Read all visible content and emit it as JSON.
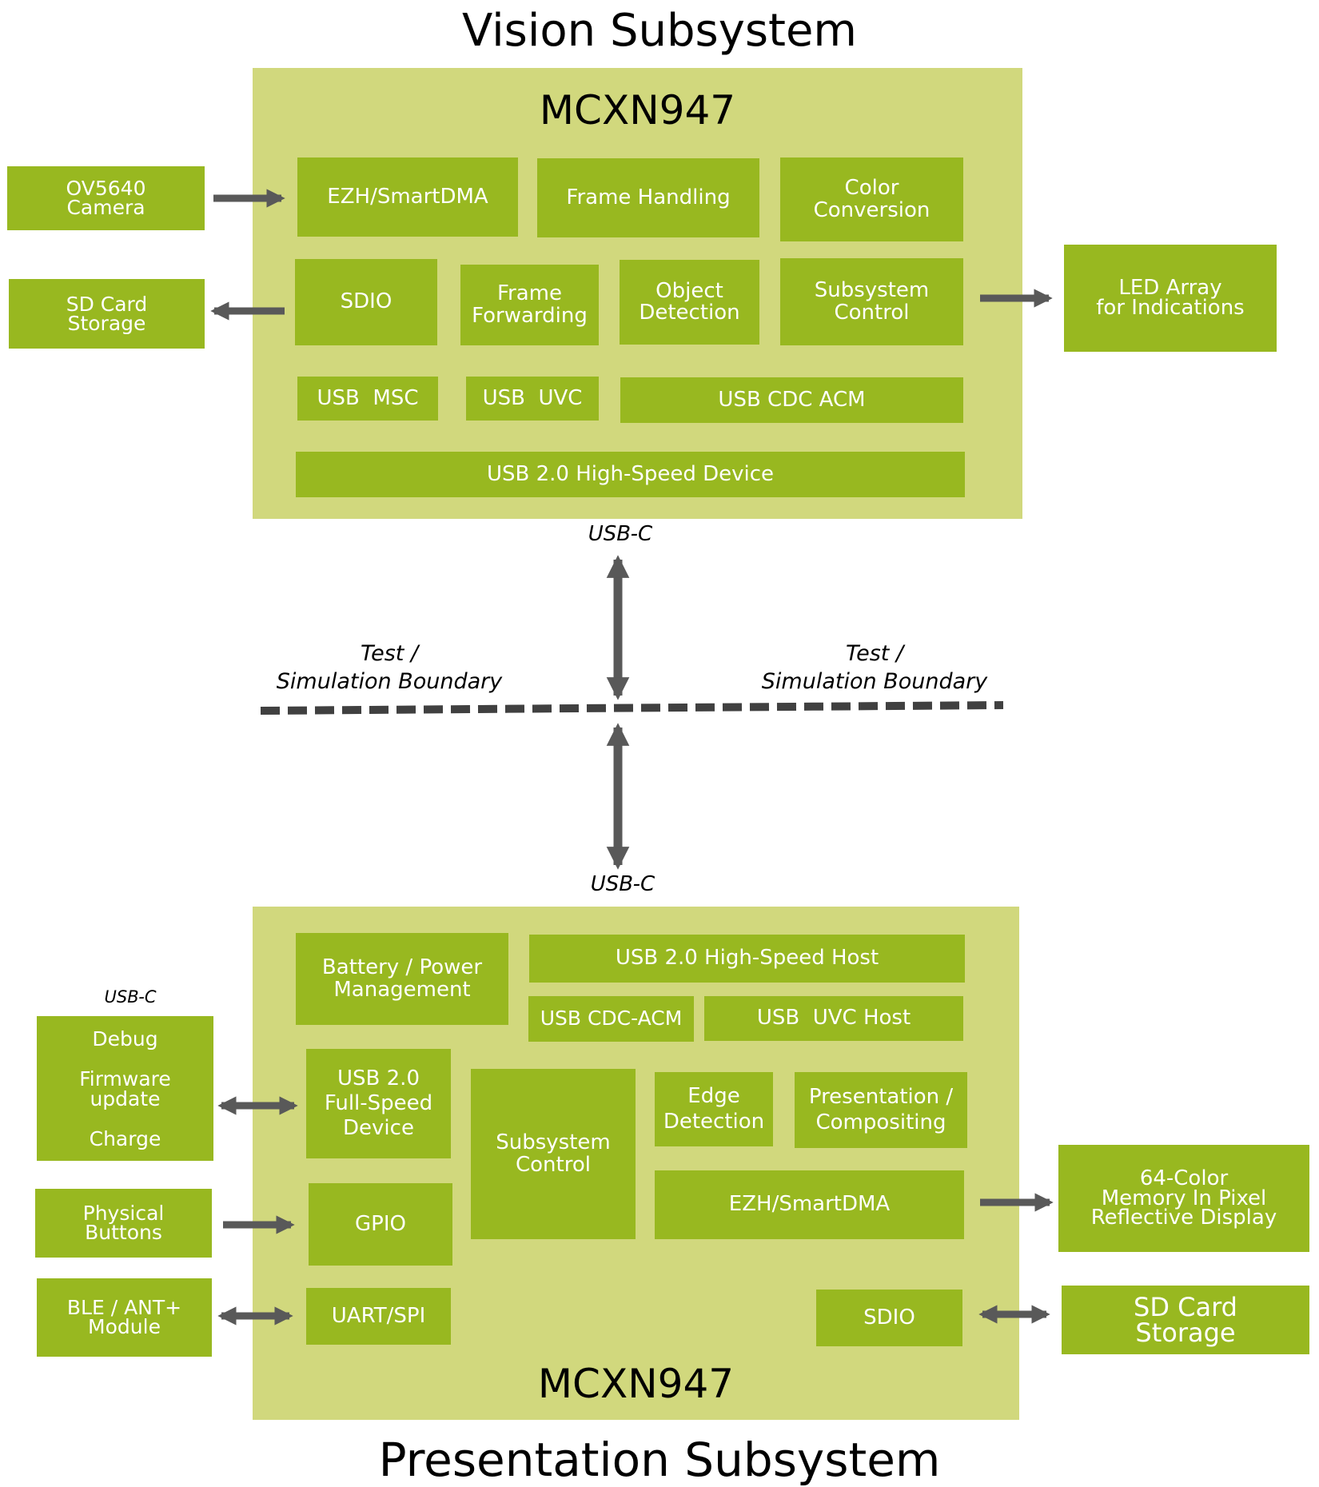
{
  "colors": {
    "block": "#98b820",
    "container": "#d1d87d",
    "arrow": "#595959",
    "text": "#ffffff",
    "title": "#000000"
  },
  "vision": {
    "title": "Vision Subsystem",
    "chip": "MCXN947",
    "external": {
      "camera": "OV5640\nCamera",
      "sd_card": "SD Card\nStorage",
      "led": "LED Array\nfor Indications"
    },
    "blocks": {
      "ezh": "EZH/SmartDMA",
      "frame_handling": "Frame Handling",
      "color_conversion": "Color\nConversion",
      "sdio": "SDIO",
      "frame_forwarding": "Frame\nForwarding",
      "object_detection": "Object\nDetection",
      "subsystem_control": "Subsystem\nControl",
      "usb_msc": "USB  MSC",
      "usb_uvc": "USB  UVC",
      "usb_cdc_acm": "USB CDC ACM",
      "usb_hs_device": "USB 2.0 High-Speed Device"
    }
  },
  "boundary": {
    "usb_c_top": "USB-C",
    "usb_c_bottom": "USB-C",
    "left_label": "Test /\nSimulation Boundary",
    "right_label": "Test /\nSimulation Boundary"
  },
  "presentation": {
    "title": "Presentation Subsystem",
    "chip": "MCXN947",
    "external": {
      "usb_c_label": "USB-C",
      "debug": "Debug\n\nFirmware\nupdate\n\nCharge",
      "buttons": "Physical\nButtons",
      "ble": "BLE / ANT+\nModule",
      "display": "64-Color\nMemory In Pixel\nReflective Display",
      "sd_card": "SD Card\nStorage"
    },
    "blocks": {
      "battery": "Battery / Power\nManagement",
      "usb_hs_host": "USB 2.0 High-Speed Host",
      "usb_cdc_acm": "USB CDC-ACM",
      "usb_uvc_host": "USB  UVC Host",
      "usb_fs_device": "USB 2.0\nFull-Speed\nDevice",
      "subsystem_control": "Subsystem\nControl",
      "edge_detection": "Edge\nDetection",
      "compositing": "Presentation /\nCompositing",
      "ezh": "EZH/SmartDMA",
      "gpio": "GPIO",
      "uart_spi": "UART/SPI",
      "sdio": "SDIO"
    }
  }
}
